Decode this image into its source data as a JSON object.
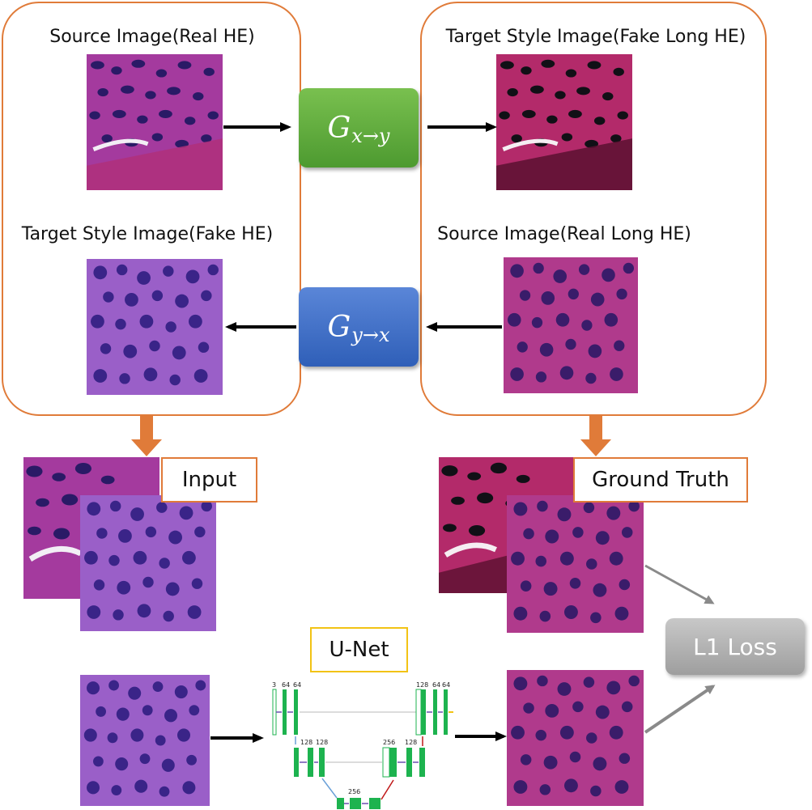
{
  "left_group": {
    "source_caption": "Source Image(Real HE)",
    "target_caption": "Target Style Image(Fake HE)"
  },
  "right_group": {
    "target_caption": "Target Style Image(Fake Long HE)",
    "source_caption": "Source Image(Real Long HE)"
  },
  "generators": {
    "forward": {
      "base": "G",
      "sub": "x→y",
      "color": "#5aa63a"
    },
    "backward": {
      "base": "G",
      "sub": "y→x",
      "color": "#3a6cc4"
    }
  },
  "labels": {
    "input": "Input",
    "ground_truth": "Ground Truth",
    "unet": "U-Net",
    "loss": "L1 Loss"
  },
  "unet_numbers": {
    "enc1": [
      "3",
      "64",
      "64"
    ],
    "enc2": [
      "128",
      "128"
    ],
    "bottom": "256",
    "dec2": [
      "256",
      "128"
    ],
    "dec1": [
      "128",
      "64",
      "64"
    ]
  },
  "colors": {
    "box_border": "#e07b39",
    "unet_border": "#f2c315",
    "unet_block": "#1db34f",
    "loss_fill": "#b0b0b0"
  }
}
